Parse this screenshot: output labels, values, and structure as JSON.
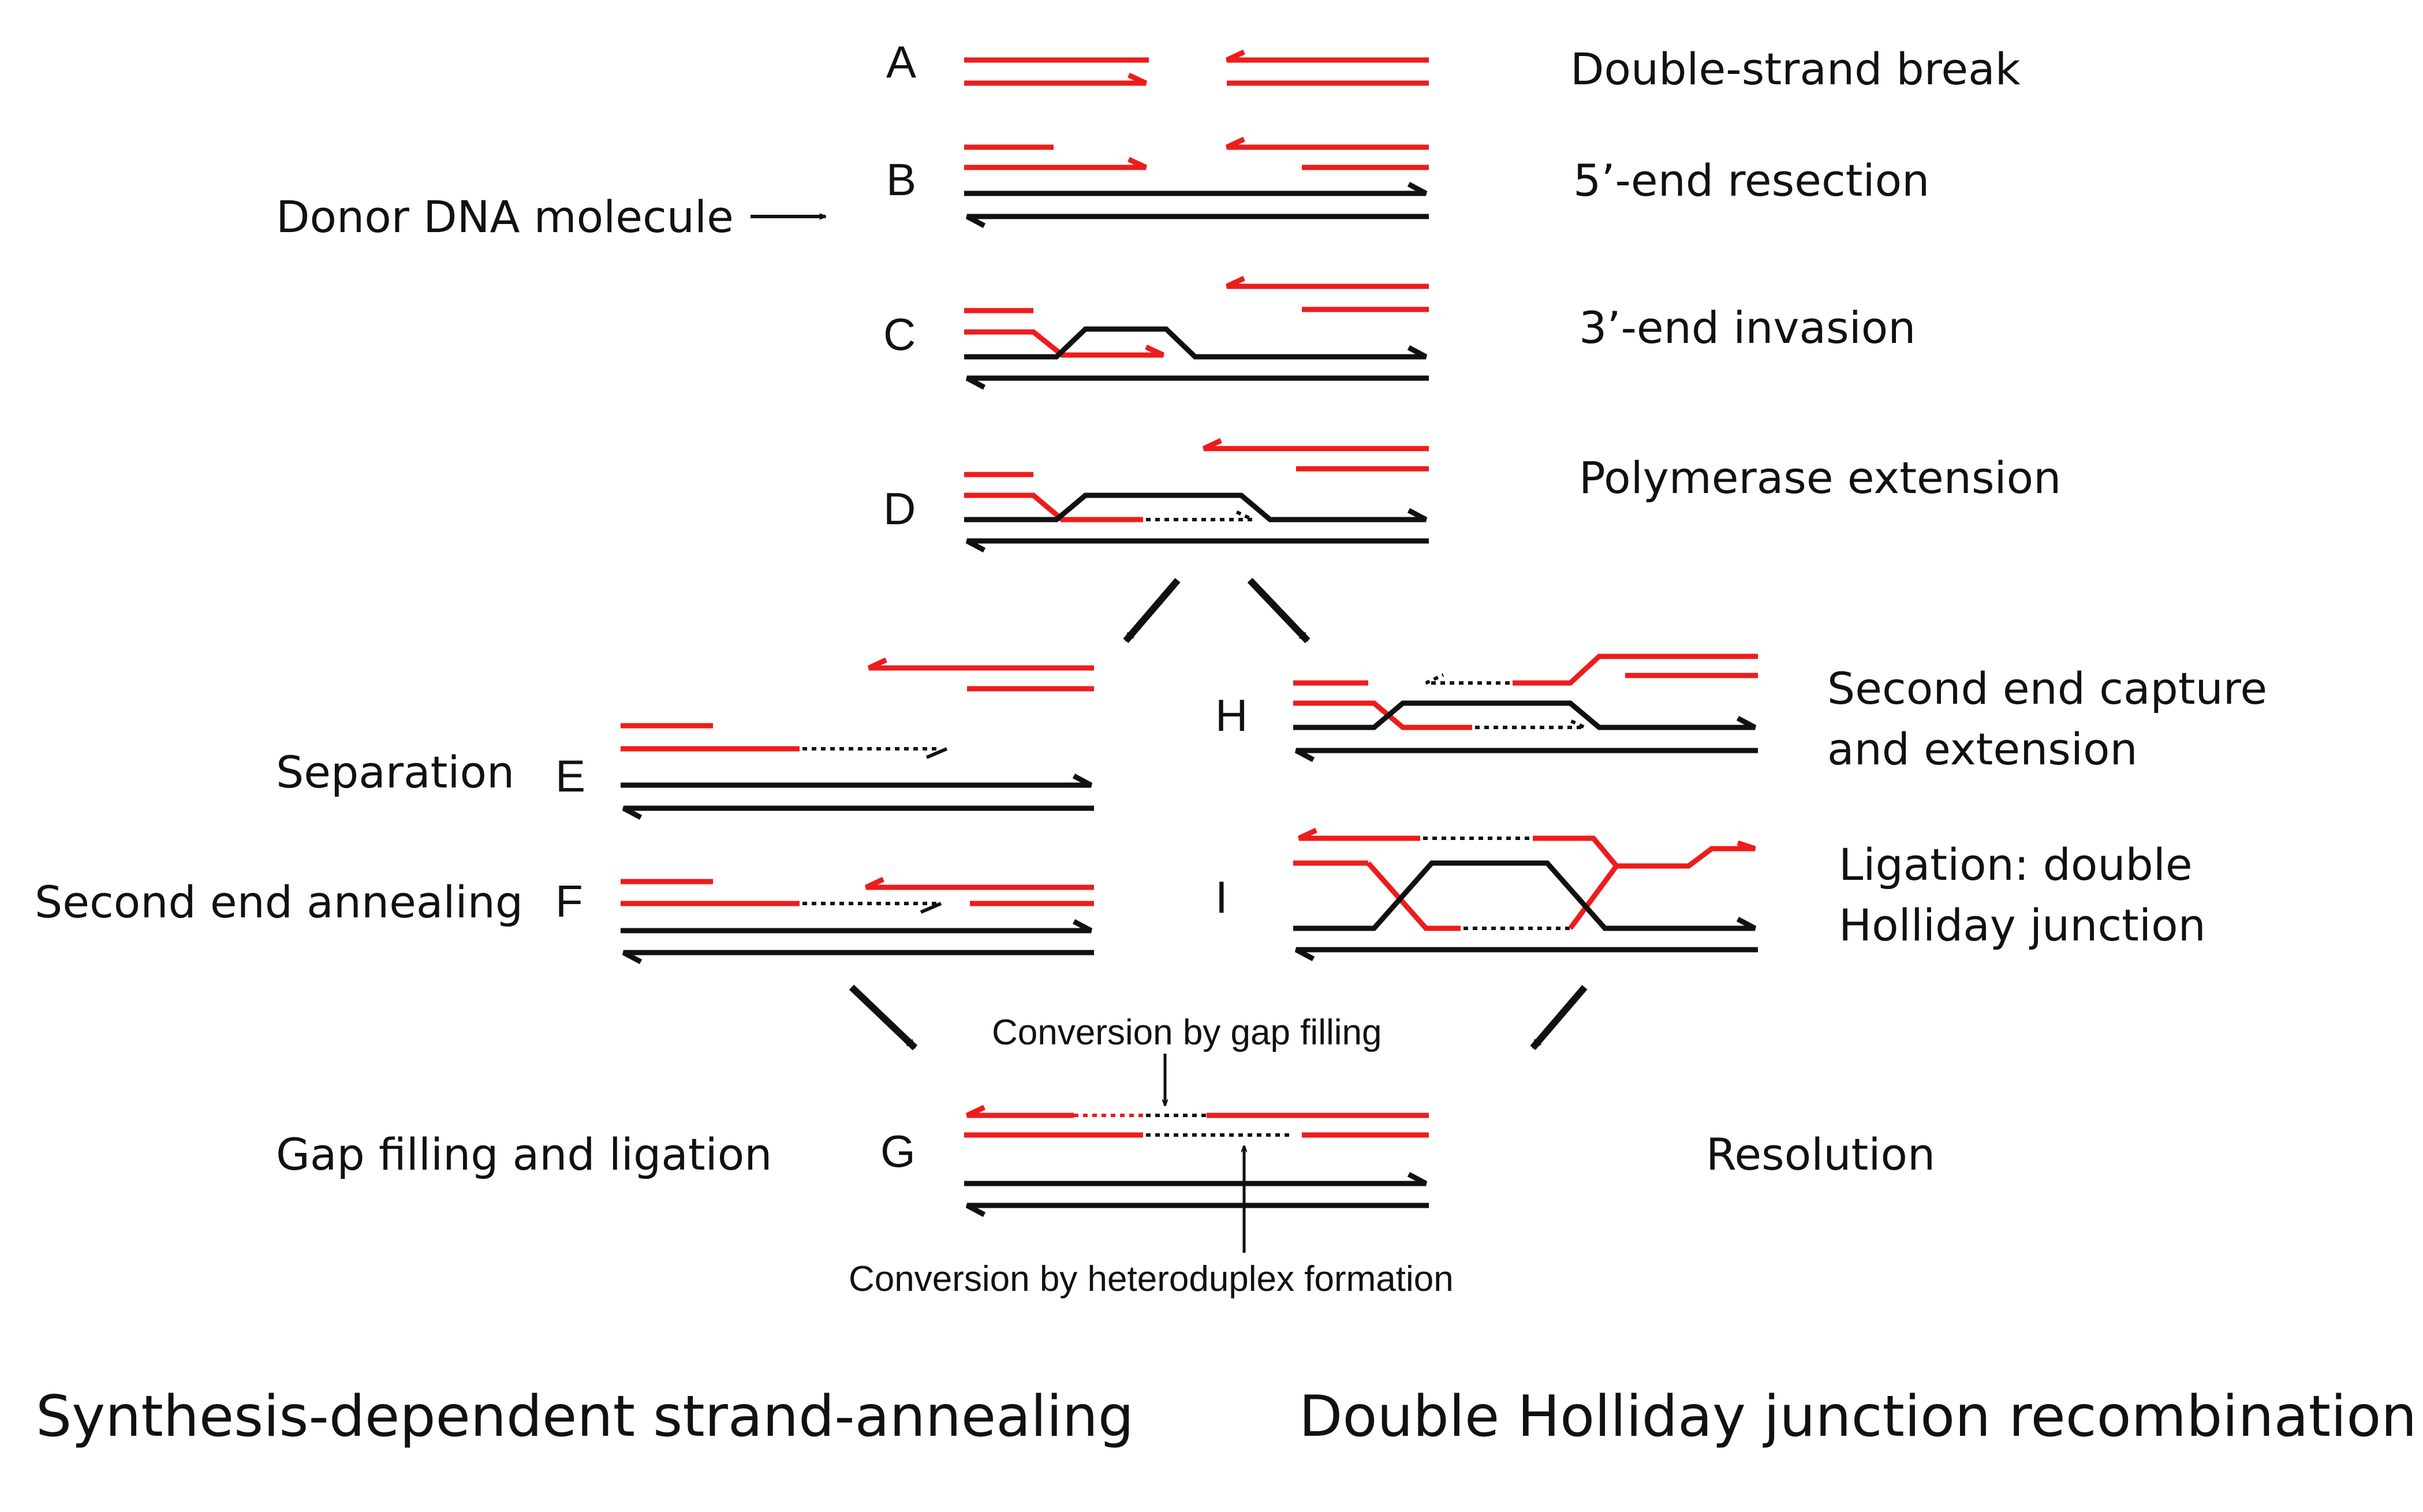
{
  "colors": {
    "broken": "#ee1c1c",
    "donor": "#111111",
    "background": "#ffffff"
  },
  "steps": {
    "A": {
      "letter": "A",
      "label": "Double-strand break"
    },
    "B": {
      "letter": "B",
      "label": "5’-end resection"
    },
    "C": {
      "letter": "C",
      "label": "3’-end invasion"
    },
    "D": {
      "letter": "D",
      "label": "Polymerase extension"
    },
    "E": {
      "letter": "E",
      "label": "Separation"
    },
    "F": {
      "letter": "F",
      "label": "Second end annealing"
    },
    "G": {
      "letter": "G",
      "label": "Gap filling and ligation",
      "resolution_label": "Resolution"
    },
    "H": {
      "letter": "H",
      "label_line1": "Second end capture",
      "label_line2": "and extension"
    },
    "I": {
      "letter": "I",
      "label_line1": "Ligation: double",
      "label_line2": "Holliday junction"
    }
  },
  "donor_label": "Donor DNA molecule",
  "annotations": {
    "gap_filling": "Conversion by gap filling",
    "heteroduplex": "Conversion by heteroduplex formation"
  },
  "pathways": {
    "sdsa": "Synthesis-dependent strand-annealing",
    "dhj": "Double Holliday junction recombination"
  }
}
